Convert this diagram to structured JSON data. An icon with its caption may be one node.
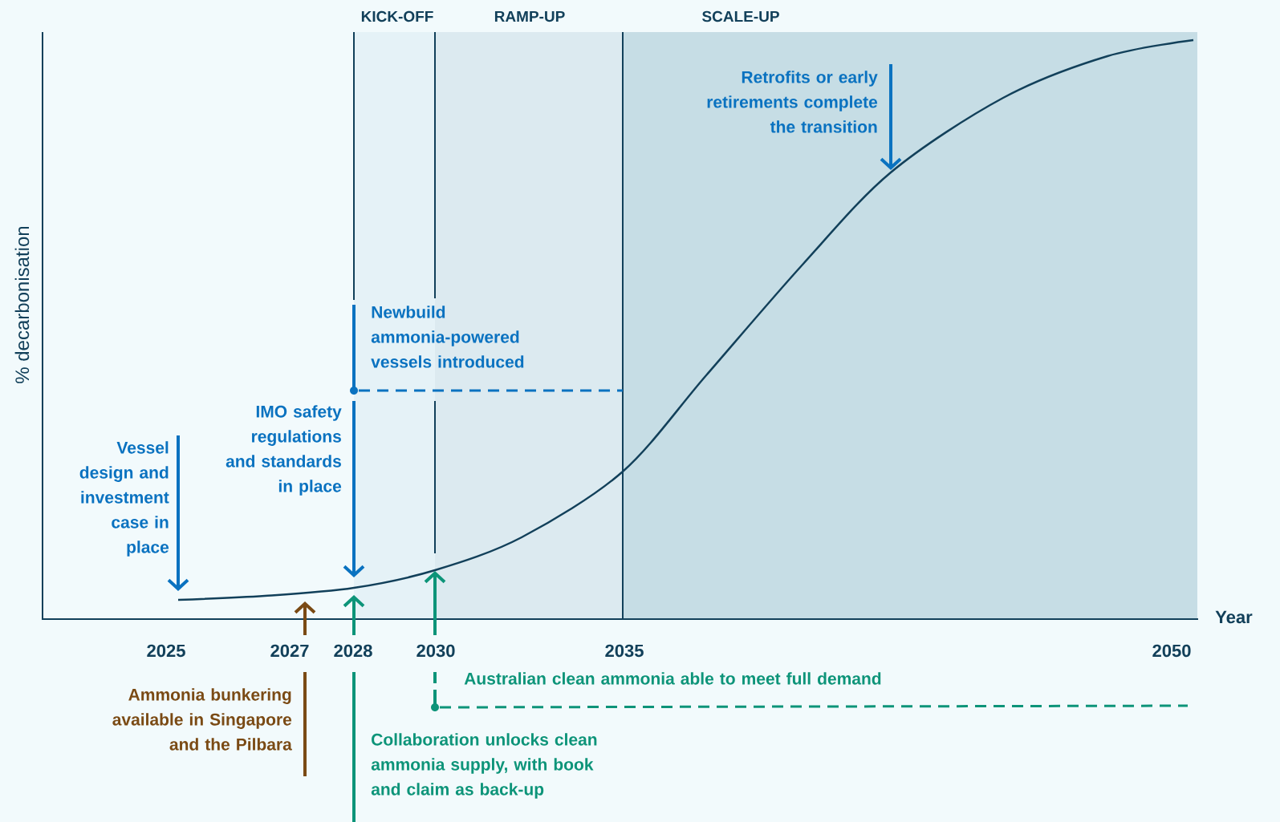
{
  "diagram": {
    "nodes": [
      {
        "text": [
          "Vessel design and investment case in place"
        ]
      },
      {
        "text": [
          "IMO safety regulations and standards in place"
        ]
      },
      {
        "text": [
          "Retrofits or early retirements complete the transition"
        ]
      },
      {
        "text": [
          "Ammonia bunkering available in Singapore and the Pilbara"
        ]
      },
      {
        "text": [
          "Collaboration unlocks clean ammonia supply, with book and claim as back-up"
        ]
      },
      {
        "text": [
          "Australian clean ammonia able to meet full demand"
        ]
      }
    ],
    "edges": [
      {
        "from": 0,
        "to": null,
        "arrow": "to"
      },
      {
        "from": 1,
        "to": null,
        "arrow": "to"
      },
      {
        "from": 2,
        "to": null,
        "arrow": "to"
      },
      {
        "from": 3,
        "to": null,
        "arrow": "to",
        "color": "#7a4a14"
      },
      {
        "from": 4,
        "to": null,
        "arrow": "to",
        "color": "#0d9479"
      },
      {
        "from": 5,
        "to": null,
        "arrow": "to",
        "color": "#0d9479"
      }
    ],
    "labels": [
      "KICK-OFF",
      "RAMP-UP",
      "SCALE-UP",
      "Newbuild ammonia-powered vessels introduced",
      "% decarbonisation",
      "Year",
      "2025",
      "2027",
      "2028",
      "2030",
      "2035",
      "2050"
    ]
  }
}
